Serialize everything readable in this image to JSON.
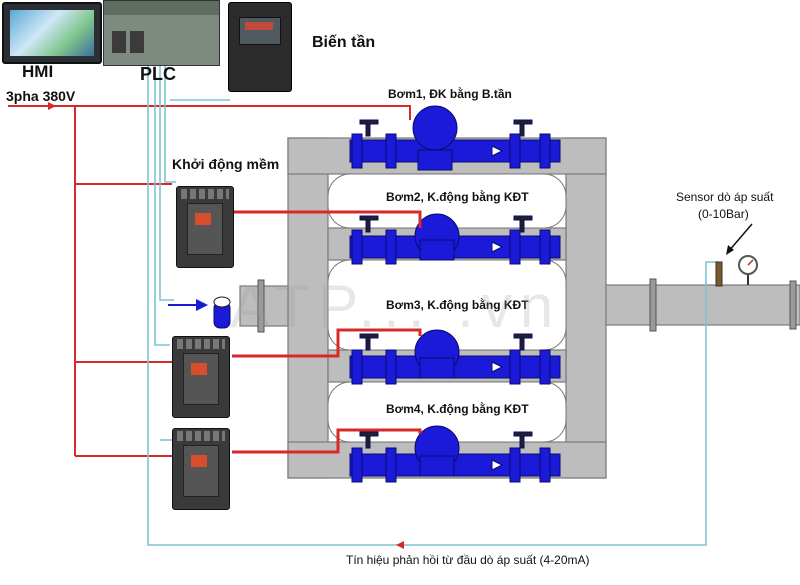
{
  "devices": {
    "hmi_label": "HMI",
    "plc_label": "PLC",
    "vfd_label": "Biến tần",
    "power_label": "3pha 380V",
    "soft_starter_label": "Khởi động mềm"
  },
  "pumps": [
    {
      "label": "Bơm1, ĐK bằng B.tần"
    },
    {
      "label": "Bơm2, K.động bằng KĐT"
    },
    {
      "label": "Bơm3, K.động bằng KĐT"
    },
    {
      "label": "Bơm4, K.động bằng KĐT"
    }
  ],
  "sensor": {
    "label": "Sensor dò áp suất",
    "range": "(0-10Bar)"
  },
  "feedback": {
    "label": "Tín hiệu phản hồi từ đầu dò áp suất (4-20mA)"
  },
  "watermark": "ATP... .vn",
  "colors": {
    "power_line": "#d62a2a",
    "signal_line": "#7fc4d0",
    "pump": "#1a1ad8",
    "pipe": "#b9b9b9"
  }
}
